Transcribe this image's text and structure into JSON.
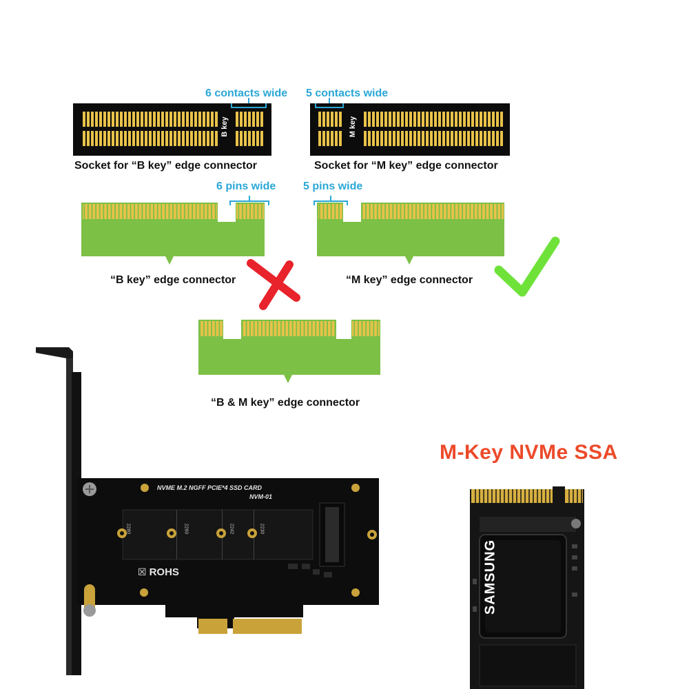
{
  "colors": {
    "accent_blue": "#2aa7d6",
    "socket_black": "#0c0c0c",
    "pin_gold": "#e8c24a",
    "pcb_green": "#7cc046",
    "reject_red": "#e8232b",
    "accept_green": "#6fe23a",
    "title_orange": "#ec4a2a"
  },
  "sockets": {
    "b_socket": {
      "label": "Socket for “B key” edge connector",
      "callout": "6 contacts wide",
      "key_text": "B key"
    },
    "m_socket": {
      "label": "Socket for “M key” edge connector",
      "callout": "5 contacts wide",
      "key_text": "M key"
    }
  },
  "connectors": {
    "b_key": {
      "label": "“B key” edge connector",
      "callout": "6 pins wide",
      "verdict": "x-mark-icon"
    },
    "m_key": {
      "label": "“M key” edge connector",
      "callout": "5 pins wide",
      "verdict": "check-mark-icon"
    },
    "bm_key": {
      "label": "“B & M key” edge connector",
      "verdict": "x-mark-icon"
    }
  },
  "adapter_card": {
    "silkscreen_line1": "NVME M.2 NGFF PCIE*4 SSD CARD",
    "silkscreen_line2": "NVM-01",
    "rohs": "ROHS",
    "slot_marks": [
      "2280",
      "2260",
      "2242",
      "2230"
    ]
  },
  "ssd": {
    "title": "M-Key NVMe SSA",
    "brand": "SAMSUNG"
  }
}
